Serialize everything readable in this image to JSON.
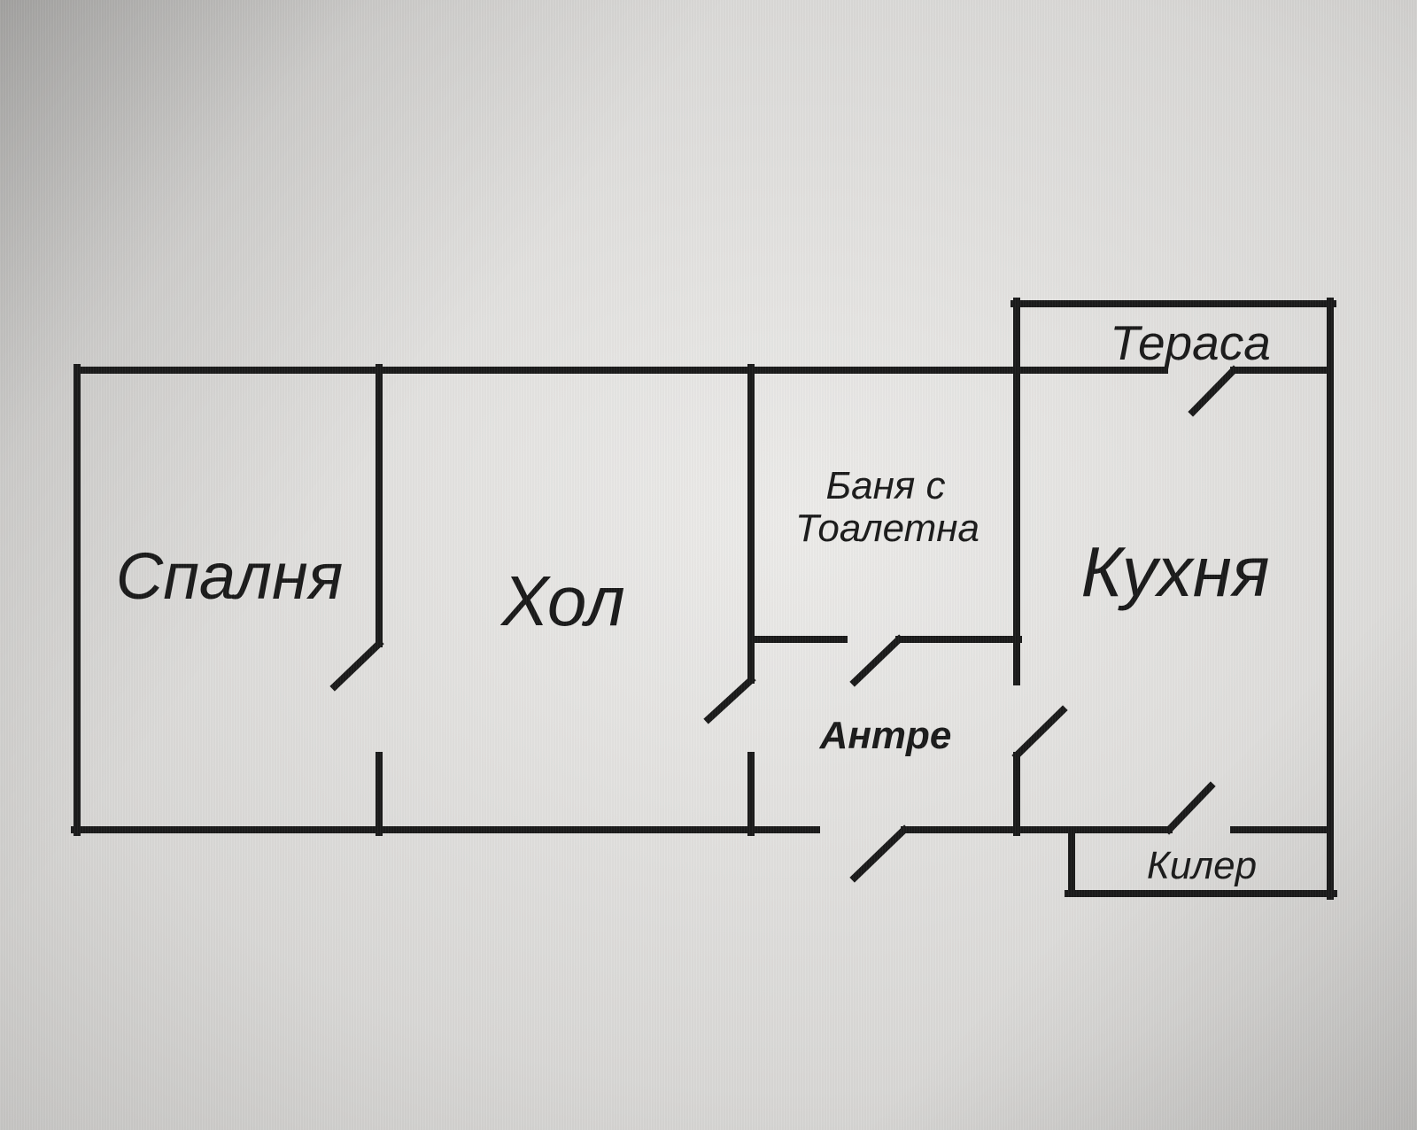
{
  "title": "Apartment floor plan",
  "colors": {
    "ink": "#1a1a1a",
    "paper_center": "#edecea",
    "paper_mid": "#d9d8d6",
    "paper_edge": "#9b9a98"
  },
  "floorplan": {
    "rooms": {
      "bedroom": {
        "label": "Спалня"
      },
      "living_room": {
        "label": "Хол"
      },
      "bathroom": {
        "label_line_1": "Баня с",
        "label_line_2": "Тоалетна"
      },
      "kitchen": {
        "label": "Кухня"
      },
      "terrace": {
        "label": "Тераса"
      },
      "hallway": {
        "label": "Антре"
      },
      "pantry": {
        "label": "Килер"
      }
    }
  }
}
